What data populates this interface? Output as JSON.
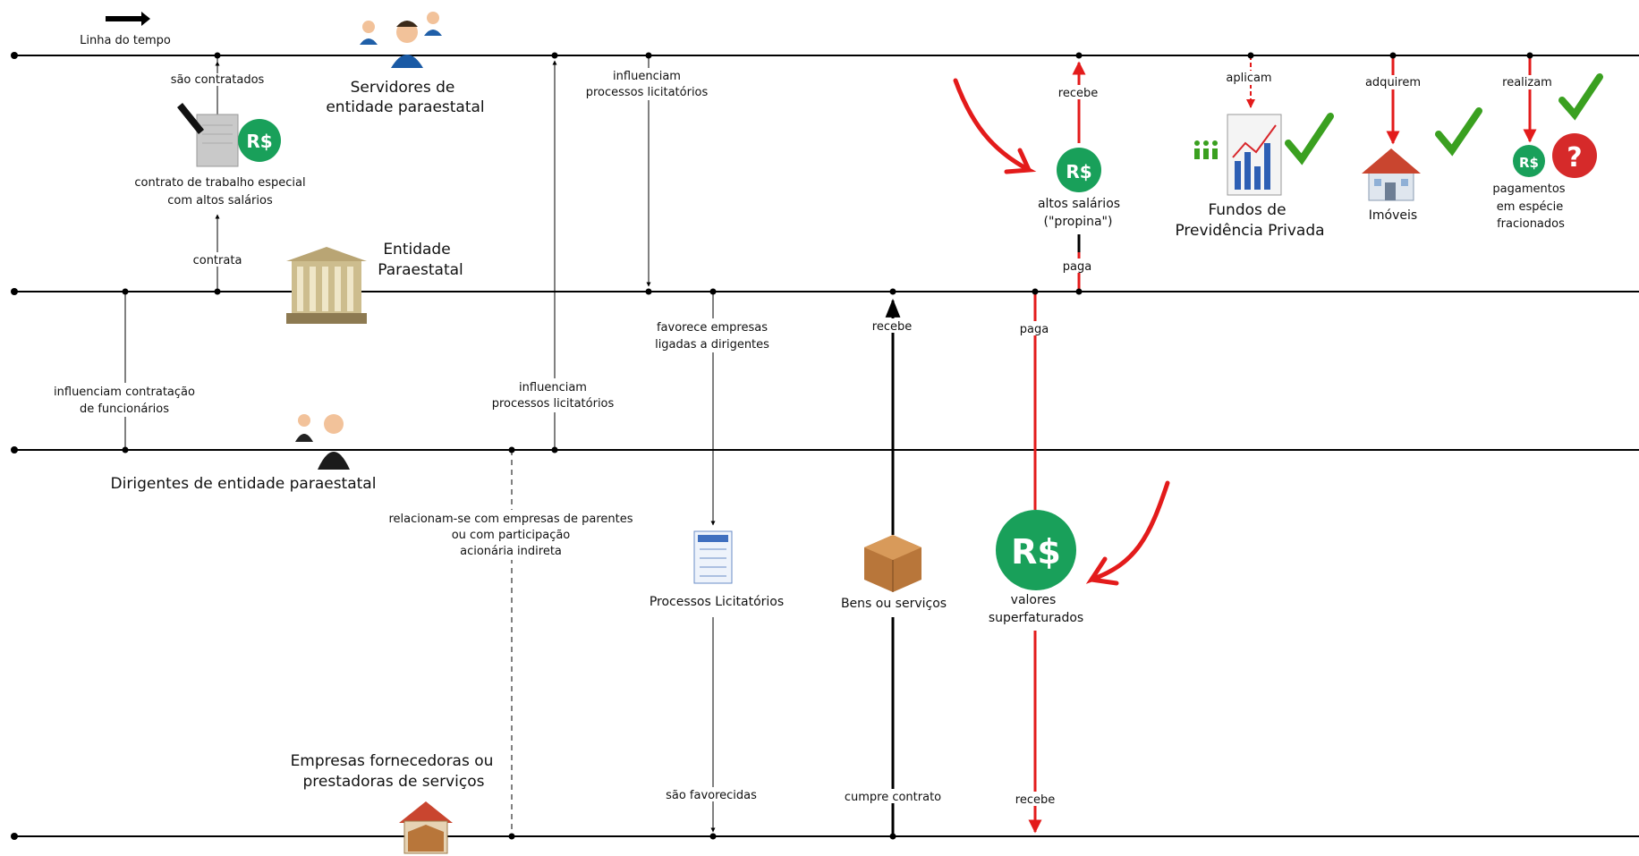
{
  "timeline": {
    "label": "Linha do tempo"
  },
  "lanes": {
    "servidores": "Servidores de entidade paraestatal",
    "servidores_l1": "Servidores de",
    "servidores_l2": "entidade paraestatal",
    "entidade_l1": "Entidade",
    "entidade_l2": "Paraestatal",
    "dirigentes": "Dirigentes de entidade paraestatal",
    "empresas_l1": "Empresas fornecedoras ou",
    "empresas_l2": "prestadoras de serviços"
  },
  "nodes": {
    "contrato_l1": "contrato de trabalho especial",
    "contrato_l2": "com altos salários",
    "altos_l1": "altos salários",
    "altos_l2": "(\"propina\")",
    "fundos_l1": "Fundos de",
    "fundos_l2": "Previdência Privada",
    "imoveis": "Imóveis",
    "pag_l1": "pagamentos",
    "pag_l2": "em espécie",
    "pag_l3": "fracionados",
    "processos": "Processos Licitatórios",
    "bens": "Bens ou serviços",
    "valores_l1": "valores",
    "valores_l2": "superfaturados",
    "rs": "R$",
    "question": "?"
  },
  "edges": {
    "sao_contratados": "são contratados",
    "contrata": "contrata",
    "influenciam_top_l1": "influenciam",
    "influenciam_top_l2": "processos licitatórios",
    "influenciam_mid_l1": "influenciam",
    "influenciam_mid_l2": "processos licitatórios",
    "influenciam_contr_l1": "influenciam contratação",
    "influenciam_contr_l2": "de funcionários",
    "favorece_l1": "favorece empresas",
    "favorece_l2": "ligadas a dirigentes",
    "recebe_top": "recebe",
    "paga_top": "paga",
    "aplicam": "aplicam",
    "adquirem": "adquirem",
    "realizam": "realizam",
    "recebe_mid": "recebe",
    "paga_mid": "paga",
    "relacionam_l1": "relacionam-se com empresas de parentes",
    "relacionam_l2": "ou com participação",
    "relacionam_l3": "acionária indireta",
    "sao_favorecidas": "são favorecidas",
    "cumpre_contrato": "cumpre contrato",
    "recebe_bottom": "recebe"
  },
  "colors": {
    "line": "#000000",
    "money_flow": "#e31b1b",
    "rs_badge": "#19a05a",
    "check": "#3aa020",
    "question": "#d62a2a"
  }
}
